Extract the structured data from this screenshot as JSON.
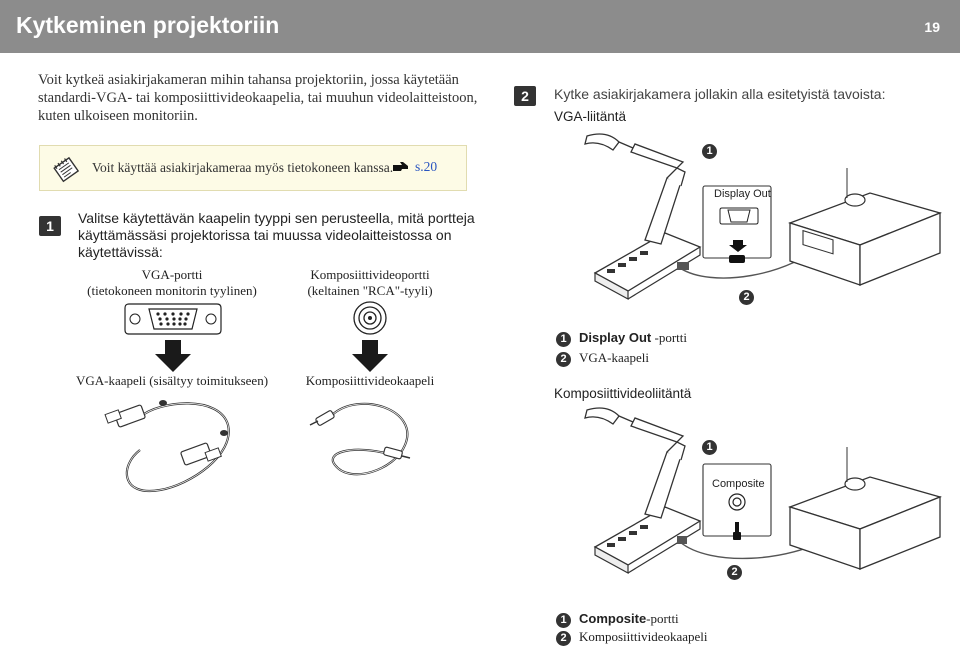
{
  "header": {
    "title": "Kytkeminen projektoriin",
    "page_number": "19"
  },
  "intro": "Voit kytkeä asiakirjakameran mihin tahansa projektoriin, jossa käytetään standardi-VGA- tai komposiittivideokaapelia, tai muuhun videolaitteistoon, kuten ulkoiseen monitoriin.",
  "note": {
    "text": "Voit käyttää asiakirjakameraa myös tietokoneen kanssa.",
    "ref": "s.20"
  },
  "step1": {
    "number": "1",
    "text": "Valitse käytettävän kaapelin tyyppi sen perusteella, mitä portteja käyttämässäsi projektorissa tai muussa videolaitteistossa on käytettävissä:",
    "vga_port_label_line1": "VGA-portti",
    "vga_port_label_line2": "(tietokoneen monitorin tyylinen)",
    "composite_port_label_line1": "Komposiittivideoportti",
    "composite_port_label_line2": "(keltainen \"RCA\"-tyyli)",
    "vga_cable_label": "VGA-kaapeli (sisältyy toimitukseen)",
    "composite_cable_label": "Komposiittivideokaapeli"
  },
  "step2": {
    "number": "2",
    "text": "Kytke asiakirjakamera jollakin alla esitetyistä tavoista:",
    "vga_heading": "VGA-liitäntä",
    "vga_diagram": {
      "callout1": "1",
      "callout2": "2",
      "port_label": "Display Out"
    },
    "vga_legend": [
      {
        "num": "1",
        "bold": "Display Out",
        "rest": " -portti"
      },
      {
        "num": "2",
        "bold": "",
        "rest": "VGA-kaapeli"
      }
    ],
    "composite_heading": "Komposiittivideoliitäntä",
    "composite_diagram": {
      "callout1": "1",
      "callout2": "2",
      "port_label": "Composite"
    },
    "composite_legend": [
      {
        "num": "1",
        "bold": "Composite",
        "rest": "-portti"
      },
      {
        "num": "2",
        "bold": "",
        "rest": "Komposiittivideokaapeli"
      }
    ]
  },
  "colors": {
    "header_bg": "#8c8c8c",
    "note_bg": "#fdfbe6",
    "link": "#2a55c0",
    "callout": "#333333"
  },
  "icons": [
    "note-icon",
    "pointing-hand-icon",
    "vga-port-icon",
    "composite-port-icon",
    "down-arrow-icon",
    "vga-cable-icon",
    "composite-cable-icon",
    "document-camera-icon",
    "projector-icon"
  ]
}
